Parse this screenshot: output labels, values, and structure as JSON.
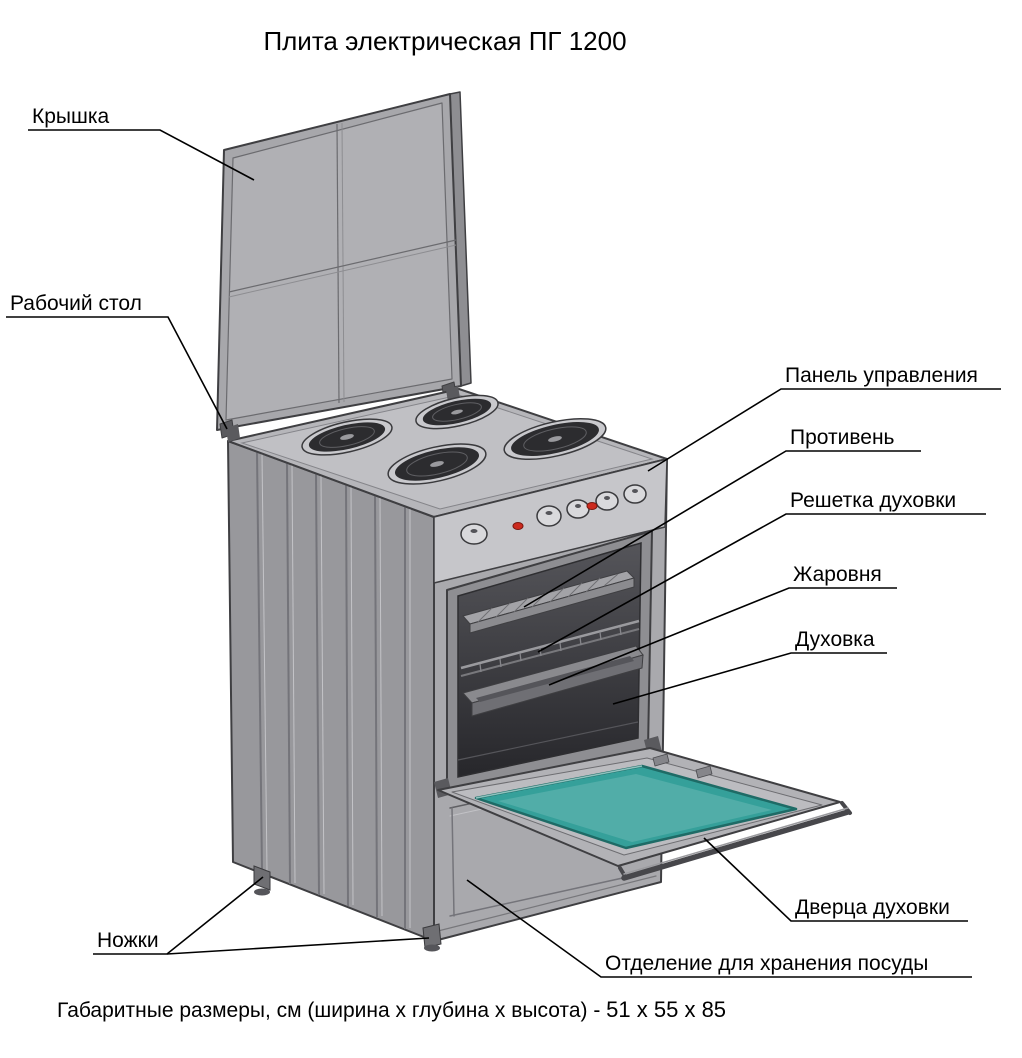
{
  "title": "Плита электрическая ПГ 1200",
  "callouts": {
    "lid": "Крышка",
    "worktop": "Рабочий стол",
    "control_panel": "Панель управления",
    "baking_tray": "Противень",
    "oven_rack": "Решетка духовки",
    "roasting_pan": "Жаровня",
    "oven": "Духовка",
    "oven_door": "Дверца духовки",
    "storage_compartment": "Отделение для хранения посуды",
    "legs": "Ножки"
  },
  "dimensions": {
    "label": "Габаритные размеры, см (ширина х глубина х высота) -",
    "value": "51 х 55 х 85"
  },
  "colors": {
    "body_gray": "#a9a9ad",
    "panel_gray": "#c6c6ca",
    "glass_teal": "#35a09a",
    "indicator_red": "#cc2a1e",
    "line_black": "#000000"
  }
}
